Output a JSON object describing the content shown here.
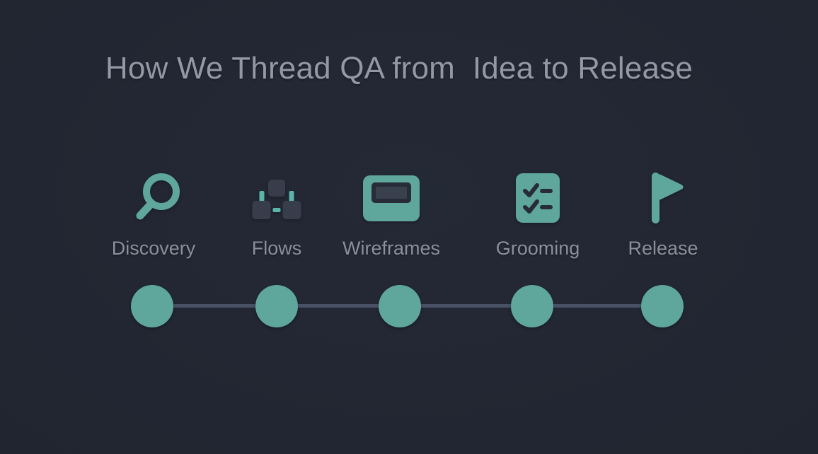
{
  "slide": {
    "title": "How We Thread QA from  Idea to Release"
  },
  "stages": [
    {
      "label": "Discovery",
      "icon": "magnifier-icon"
    },
    {
      "label": "Flows",
      "icon": "flowchart-icon"
    },
    {
      "label": "Wireframes",
      "icon": "browser-card-icon"
    },
    {
      "label": "Grooming",
      "icon": "checklist-icon"
    },
    {
      "label": "Release",
      "icon": "flag-icon"
    }
  ],
  "timeline": {
    "node_count": 5
  },
  "theme": {
    "background": "#242936",
    "background_edge": "#212530",
    "accent_teal": "#5FA79D",
    "accent_teal_bright": "#5BB3AA",
    "title_text": "#9299A5",
    "label_text": "#8A909B",
    "connector_line": "#485165",
    "icon_dark": "#272C38",
    "icon_box_dark": "#373D4B",
    "icon_inner": "#39404E"
  }
}
